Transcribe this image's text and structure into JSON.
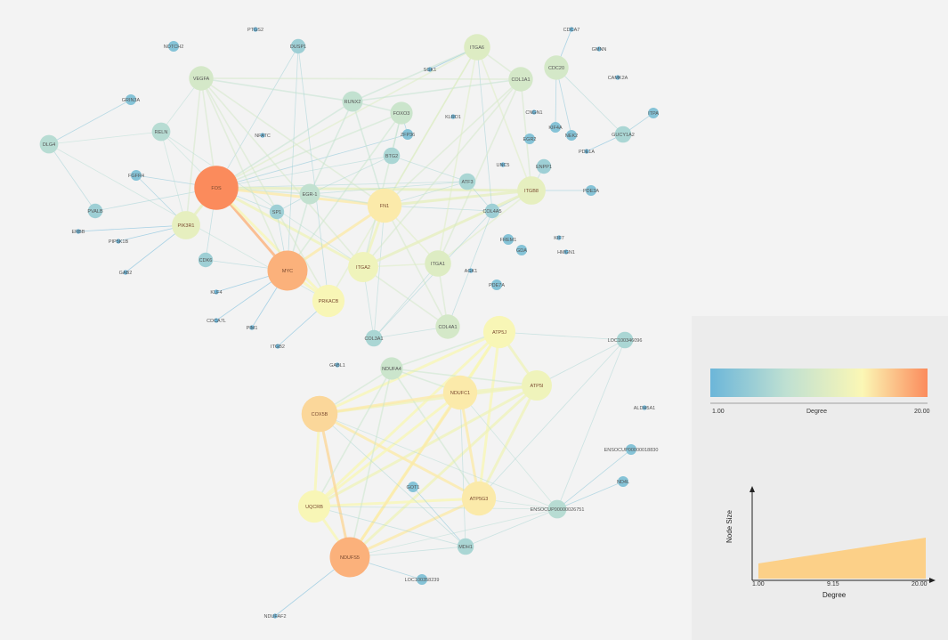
{
  "network": {
    "nodes": [
      {
        "id": "FOS",
        "degree": 20
      },
      {
        "id": "MYC",
        "degree": 18
      },
      {
        "id": "NDUFS5",
        "degree": 18
      },
      {
        "id": "COX5B",
        "degree": 16
      },
      {
        "id": "FN1",
        "degree": 15
      },
      {
        "id": "ATP5G3",
        "degree": 15
      },
      {
        "id": "NDUFC1",
        "degree": 15
      },
      {
        "id": "PRKACB",
        "degree": 14
      },
      {
        "id": "ATP5J",
        "degree": 14
      },
      {
        "id": "UQCRB",
        "degree": 14
      },
      {
        "id": "ATP5I",
        "degree": 13
      },
      {
        "id": "ITGA2",
        "degree": 13
      },
      {
        "id": "PIK3R1",
        "degree": 12
      },
      {
        "id": "ITGB8",
        "degree": 12
      },
      {
        "id": "ITGA6",
        "degree": 11
      },
      {
        "id": "COL1A1",
        "degree": 10
      },
      {
        "id": "VEGFA",
        "degree": 10
      },
      {
        "id": "CDC20",
        "degree": 10
      },
      {
        "id": "COL4A1",
        "degree": 10
      },
      {
        "id": "ITGA1",
        "degree": 11
      },
      {
        "id": "NDUFA4",
        "degree": 9
      },
      {
        "id": "FOXO3",
        "degree": 9
      },
      {
        "id": "RUNX2",
        "degree": 8
      },
      {
        "id": "EGR-1",
        "degree": 8
      },
      {
        "id": "RELN",
        "degree": 7
      },
      {
        "id": "DLG4",
        "degree": 7
      },
      {
        "id": "ENSOCUP00000026751",
        "degree": 7
      },
      {
        "id": "MDH1",
        "degree": 6
      },
      {
        "id": "COL3A1",
        "degree": 6
      },
      {
        "id": "LOC100346096",
        "degree": 6
      },
      {
        "id": "ATF3",
        "degree": 6
      },
      {
        "id": "COL4A5",
        "degree": 5
      },
      {
        "id": "BTG2",
        "degree": 6
      },
      {
        "id": "GUCY1A2",
        "degree": 6
      },
      {
        "id": "PVALB",
        "degree": 5
      },
      {
        "id": "DUSP1",
        "degree": 5
      },
      {
        "id": "ENPP1",
        "degree": 5
      },
      {
        "id": "CDK6",
        "degree": 5
      },
      {
        "id": "SP1",
        "degree": 5
      },
      {
        "id": "GOT1",
        "degree": 3
      },
      {
        "id": "LOC100358239",
        "degree": 3
      },
      {
        "id": "ENSOCUP00000018830",
        "degree": 3
      },
      {
        "id": "ND4L",
        "degree": 3
      },
      {
        "id": "GRIN3A",
        "degree": 3
      },
      {
        "id": "NOTCH2",
        "degree": 3
      },
      {
        "id": "FGFR4",
        "degree": 3
      },
      {
        "id": "ZFP36",
        "degree": 3
      },
      {
        "id": "EGR2",
        "degree": 3
      },
      {
        "id": "KIF4A",
        "degree": 3
      },
      {
        "id": "NEK2",
        "degree": 3
      },
      {
        "id": "ITPA",
        "degree": 3
      },
      {
        "id": "PDE3A",
        "degree": 3
      },
      {
        "id": "FREM1",
        "degree": 3
      },
      {
        "id": "GDA",
        "degree": 3
      },
      {
        "id": "PDE7A",
        "degree": 3
      },
      {
        "id": "PTGS2",
        "degree": 1
      },
      {
        "id": "CDCA7",
        "degree": 1
      },
      {
        "id": "GMNN",
        "degree": 1
      },
      {
        "id": "CAMK2A",
        "degree": 1
      },
      {
        "id": "SGK1",
        "degree": 1
      },
      {
        "id": "KLRD1",
        "degree": 1
      },
      {
        "id": "CNGN1",
        "degree": 1
      },
      {
        "id": "NFATC",
        "degree": 1
      },
      {
        "id": "PDE1A",
        "degree": 1
      },
      {
        "id": "UNC5",
        "degree": 1
      },
      {
        "id": "ERBB",
        "degree": 1
      },
      {
        "id": "PIP5K1B",
        "degree": 1
      },
      {
        "id": "GAB2",
        "degree": 1
      },
      {
        "id": "KIF7",
        "degree": 1
      },
      {
        "id": "HMGN1",
        "degree": 1
      },
      {
        "id": "AGK1",
        "degree": 1
      },
      {
        "id": "KLF4",
        "degree": 1
      },
      {
        "id": "CDCA7L",
        "degree": 1
      },
      {
        "id": "PIM1",
        "degree": 1
      },
      {
        "id": "ITGB2",
        "degree": 1
      },
      {
        "id": "GABL1",
        "degree": 1
      },
      {
        "id": "ALDH5A1",
        "degree": 1
      },
      {
        "id": "NDUFAF2",
        "degree": 1
      }
    ],
    "edges": [
      [
        "FOS",
        "MYC"
      ],
      [
        "FOS",
        "PIK3R1"
      ],
      [
        "FOS",
        "EGR-1"
      ],
      [
        "FOS",
        "FN1"
      ],
      [
        "FOS",
        "VEGFA"
      ],
      [
        "FOS",
        "RELN"
      ],
      [
        "FOS",
        "ATF3"
      ],
      [
        "FOS",
        "SP1"
      ],
      [
        "FOS",
        "FOXO3"
      ],
      [
        "FOS",
        "RUNX2"
      ],
      [
        "FOS",
        "ITGA2"
      ],
      [
        "FOS",
        "PVALB"
      ],
      [
        "FOS",
        "ITGA6"
      ],
      [
        "FOS",
        "BTG2"
      ],
      [
        "FOS",
        "FGFR4"
      ],
      [
        "FOS",
        "ZFP36"
      ],
      [
        "FOS",
        "DUSP1"
      ],
      [
        "FOS",
        "CDK6"
      ],
      [
        "FOS",
        "ITGB8"
      ],
      [
        "FOS",
        "PRKACB"
      ],
      [
        "MYC",
        "SP1"
      ],
      [
        "MYC",
        "KLF4"
      ],
      [
        "MYC",
        "CDCA7L"
      ],
      [
        "MYC",
        "PIM1"
      ],
      [
        "MYC",
        "PRKACB"
      ],
      [
        "MYC",
        "FN1"
      ],
      [
        "MYC",
        "CDK6"
      ],
      [
        "MYC",
        "FOXO3"
      ],
      [
        "MYC",
        "EGR-1"
      ],
      [
        "MYC",
        "DUSP1"
      ],
      [
        "MYC",
        "VEGFA"
      ],
      [
        "PIK3R1",
        "ERBB"
      ],
      [
        "PIK3R1",
        "PIP5K1B"
      ],
      [
        "PIK3R1",
        "GAB2"
      ],
      [
        "PIK3R1",
        "RELN"
      ],
      [
        "PIK3R1",
        "FGFR4"
      ],
      [
        "PIK3R1",
        "VEGFA"
      ],
      [
        "FN1",
        "ITGA6"
      ],
      [
        "FN1",
        "ITGB8"
      ],
      [
        "FN1",
        "ITGA2"
      ],
      [
        "FN1",
        "ITGA1"
      ],
      [
        "FN1",
        "COL1A1"
      ],
      [
        "FN1",
        "COL4A5"
      ],
      [
        "FN1",
        "COL3A1"
      ],
      [
        "FN1",
        "COL4A1"
      ],
      [
        "FN1",
        "EGR-1"
      ],
      [
        "FN1",
        "ATF3"
      ],
      [
        "FN1",
        "VEGFA"
      ],
      [
        "FN1",
        "RUNX2"
      ],
      [
        "ITGA6",
        "ITGB8"
      ],
      [
        "ITGA6",
        "ITGA1"
      ],
      [
        "ITGA6",
        "COL4A5"
      ],
      [
        "ITGA6",
        "SGK1"
      ],
      [
        "ITGA6",
        "COL1A1"
      ],
      [
        "ITGB8",
        "COL4A5"
      ],
      [
        "ITGB8",
        "ITGA1"
      ],
      [
        "ITGB8",
        "ITGA2"
      ],
      [
        "ITGB8",
        "ENPP1"
      ],
      [
        "ITGB8",
        "PDE3A"
      ],
      [
        "COL1A1",
        "ITGA2"
      ],
      [
        "COL1A1",
        "ITGA1"
      ],
      [
        "COL1A1",
        "RUNX2"
      ],
      [
        "COL1A1",
        "ITGB8"
      ],
      [
        "COL1A1",
        "VEGFA"
      ],
      [
        "CDC20",
        "NEK2"
      ],
      [
        "CDC20",
        "KIF4A"
      ],
      [
        "CDC20",
        "CDCA7"
      ],
      [
        "CDC20",
        "GUCY1A2"
      ],
      [
        "GUCY1A2",
        "ITPA"
      ],
      [
        "GUCY1A2",
        "PDE1A"
      ],
      [
        "VEGFA",
        "RUNX2"
      ],
      [
        "VEGFA",
        "PRKACB"
      ],
      [
        "VEGFA",
        "ITGA2"
      ],
      [
        "RUNX2",
        "FOXO3"
      ],
      [
        "RUNX2",
        "ITGA6"
      ],
      [
        "RUNX2",
        "EGR-1"
      ],
      [
        "DLG4",
        "GRIN3A"
      ],
      [
        "DLG4",
        "RELN"
      ],
      [
        "DLG4",
        "PVALB"
      ],
      [
        "DLG4",
        "PRKACB"
      ],
      [
        "RELN",
        "VEGFA"
      ],
      [
        "RELN",
        "ITGA2"
      ],
      [
        "PRKACB",
        "ITGB2"
      ],
      [
        "PRKACB",
        "ITGA6"
      ],
      [
        "PRKACB",
        "DUSP1"
      ],
      [
        "ITGA2",
        "COL3A1"
      ],
      [
        "ITGA2",
        "COL4A1"
      ],
      [
        "ITGA2",
        "ITGA1"
      ],
      [
        "COL4A1",
        "COL4A5"
      ],
      [
        "COL4A1",
        "ITGA1"
      ],
      [
        "COL4A1",
        "COL3A1"
      ],
      [
        "EGR-1",
        "ATF3"
      ],
      [
        "EGR-1",
        "BTG2"
      ],
      [
        "EGR-1",
        "SP1"
      ],
      [
        "ATF3",
        "BTG2"
      ],
      [
        "ATF3",
        "COL4A5"
      ],
      [
        "FOXO3",
        "BTG2"
      ],
      [
        "FOXO3",
        "ZFP36"
      ],
      [
        "FOXO3",
        "ITGA2"
      ],
      [
        "ATP5J",
        "ATP5I"
      ],
      [
        "ATP5J",
        "LOC100346096"
      ],
      [
        "ATP5J",
        "ATP5G3"
      ],
      [
        "ATP5J",
        "NDUFC1"
      ],
      [
        "ATP5J",
        "COX5B"
      ],
      [
        "ATP5J",
        "NDUFA4"
      ],
      [
        "ATP5J",
        "NDUFS5"
      ],
      [
        "ATP5J",
        "UQCRB"
      ],
      [
        "ATP5I",
        "LOC100346096"
      ],
      [
        "ATP5I",
        "ATP5G3"
      ],
      [
        "ATP5I",
        "NDUFC1"
      ],
      [
        "ATP5I",
        "COX5B"
      ],
      [
        "ATP5I",
        "NDUFS5"
      ],
      [
        "ATP5I",
        "UQCRB"
      ],
      [
        "ATP5I",
        "NDUFA4"
      ],
      [
        "ATP5G3",
        "LOC100346096"
      ],
      [
        "ATP5G3",
        "NDUFC1"
      ],
      [
        "ATP5G3",
        "COX5B"
      ],
      [
        "ATP5G3",
        "NDUFS5"
      ],
      [
        "ATP5G3",
        "UQCRB"
      ],
      [
        "ATP5G3",
        "ENSOCUP00000026751"
      ],
      [
        "ATP5G3",
        "NDUFA4"
      ],
      [
        "NDUFC1",
        "COX5B"
      ],
      [
        "NDUFC1",
        "NDUFS5"
      ],
      [
        "NDUFC1",
        "UQCRB"
      ],
      [
        "NDUFC1",
        "NDUFA4"
      ],
      [
        "NDUFC1",
        "MDH1"
      ],
      [
        "COX5B",
        "NDUFS5"
      ],
      [
        "COX5B",
        "UQCRB"
      ],
      [
        "COX5B",
        "NDUFA4"
      ],
      [
        "COX5B",
        "ENSOCUP00000026751"
      ],
      [
        "COX5B",
        "MDH1"
      ],
      [
        "NDUFS5",
        "UQCRB"
      ],
      [
        "NDUFS5",
        "NDUFA4"
      ],
      [
        "NDUFS5",
        "LOC100358239"
      ],
      [
        "NDUFS5",
        "MDH1"
      ],
      [
        "NDUFS5",
        "NDUFAF2"
      ],
      [
        "NDUFS5",
        "ENSOCUP00000026751"
      ],
      [
        "UQCRB",
        "NDUFA4"
      ],
      [
        "UQCRB",
        "MDH1"
      ],
      [
        "UQCRB",
        "ENSOCUP00000026751"
      ],
      [
        "MDH1",
        "GOT1"
      ],
      [
        "MDH1",
        "ENSOCUP00000026751"
      ],
      [
        "ENSOCUP00000026751",
        "ENSOCUP00000018830"
      ],
      [
        "ENSOCUP00000026751",
        "ND4L"
      ],
      [
        "ENSOCUP00000026751",
        "NDUFC1"
      ],
      [
        "ENSOCUP00000026751",
        "LOC100346096"
      ],
      [
        "COL3A1",
        "COL4A5"
      ],
      [
        "COL3A1",
        "ITGA1"
      ]
    ]
  },
  "color_legend": {
    "colors": [
      "#6cb6d9",
      "#bfe0d2",
      "#fbf7b5",
      "#fb8b5c"
    ],
    "min_label": "1.00",
    "max_label": "20.00",
    "title": "Degree"
  },
  "size_legend": {
    "ylabel": "Node Size",
    "xlabel": "Degree",
    "tick_min": "1.00",
    "tick_mid": "9.15",
    "tick_max": "20.00",
    "fill": "#fcd088"
  }
}
